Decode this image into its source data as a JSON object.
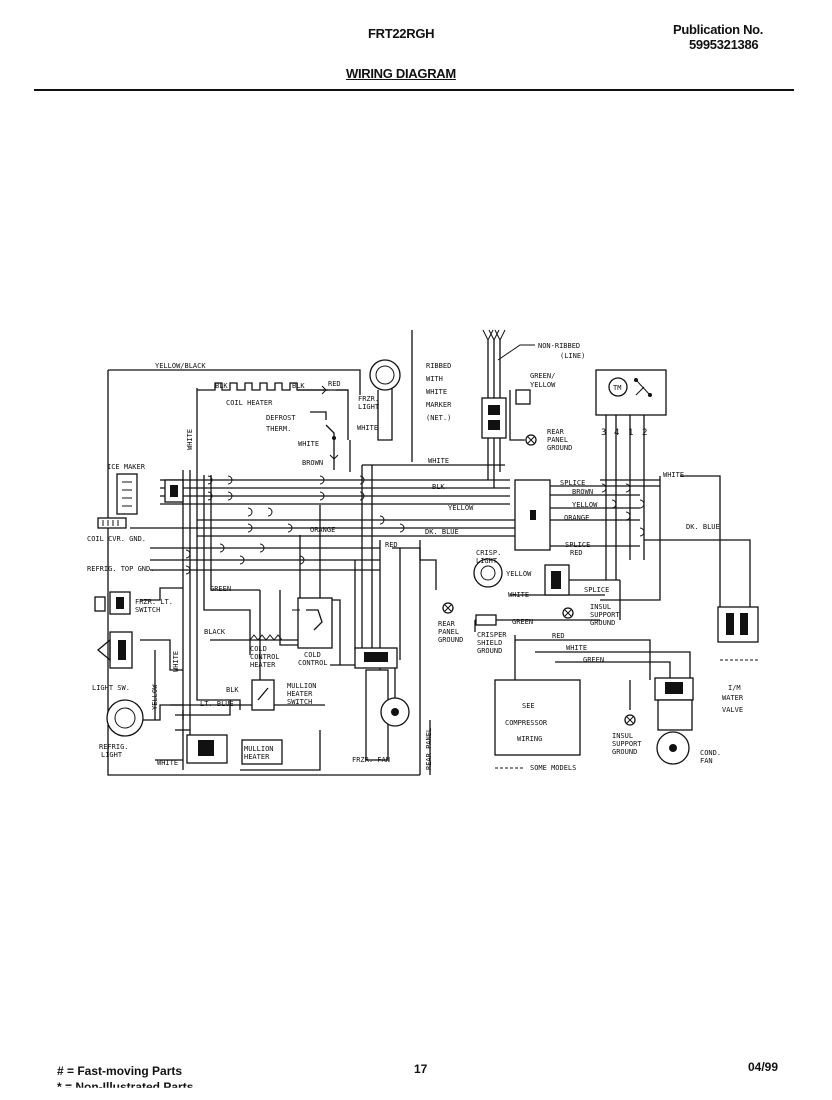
{
  "header": {
    "model": "FRT22RGH",
    "publication_label": "Publication No.",
    "publication_number": "5995321386",
    "title": "WIRING DIAGRAM"
  },
  "footer": {
    "legend_1": "# = Fast-moving Parts",
    "legend_2": "* = Non-Illustrated Parts",
    "page_number": "17",
    "date": "04/99"
  },
  "diagram": {
    "labels": {
      "yellow_black": "YELLOW/BLACK",
      "blk1": "BLK",
      "blk2": "BLK",
      "red1": "RED",
      "coil_heater": "COIL HEATER",
      "defrost": "DEFROST",
      "therm": "THERM.",
      "white_a": "WHITE",
      "brown": "BROWN",
      "white_vert": "WHITE",
      "frzr_light_1": "FRZR.",
      "frzr_light_2": "LIGHT",
      "white_b": "WHITE",
      "ribbed_1": "RIBBED",
      "ribbed_2": "WITH",
      "ribbed_3": "WHITE",
      "ribbed_4": "MARKER",
      "ribbed_5": "(NET.)",
      "non_ribbed_1": "NON-RIBBED",
      "non_ribbed_2": "(LINE)",
      "green_yellow_1": "GREEN/",
      "green_yellow_2": "YELLOW",
      "rear_panel_ground_1": "REAR",
      "rear_panel_ground_2": "PANEL",
      "rear_panel_ground_3": "GROUND",
      "tm": "TM",
      "pin3": "3",
      "pin4": "4",
      "pin1": "1",
      "pin2": "2",
      "white_c": "WHITE",
      "ice_maker": "ICE MAKER",
      "blk3": "BLK",
      "splice1": "SPLICE",
      "brown2": "BROWN",
      "yellow1": "YELLOW",
      "orange1": "ORANGE",
      "yellow2": "YELLOW",
      "orange2": "ORANGE",
      "dk_blue1": "DK. BLUE",
      "dk_blue2": "DK. BLUE",
      "splice2": "SPLICE",
      "red2": "RED",
      "coil_cvr_gnd": "COIL CVR. GND.",
      "refrig_top_gnd": "REFRIG. TOP GND.",
      "red3": "RED",
      "crisp_light_1": "CRISP.",
      "crisp_light_2": "LIGHT",
      "yellow3": "YELLOW",
      "white_d": "WHITE",
      "splice3": "SPLICE",
      "green1": "GREEN",
      "frzr_lt_switch_1": "FRZR. LT.",
      "frzr_lt_switch_2": "SWITCH",
      "rear_panel_ground_b1": "REAR",
      "rear_panel_ground_b2": "PANEL",
      "rear_panel_ground_b3": "GROUND",
      "insul_support_1": "INSUL",
      "insul_support_2": "SUPPORT",
      "insul_support_3": "GROUND",
      "green2": "GREEN",
      "crisper_shield_1": "CRISPER",
      "crisper_shield_2": "SHIELD",
      "crisper_shield_3": "GROUND",
      "black1": "BLACK",
      "cold_control_heater_1": "COLD",
      "cold_control_heater_2": "CONTROL",
      "cold_control_heater_3": "HEATER",
      "cold_control_1": "COLD",
      "cold_control_2": "CONTROL",
      "red4": "RED",
      "white_e": "WHITE",
      "green3": "GREEN",
      "white_f": "WHITE",
      "light_sw": "LIGHT SW.",
      "yellow_vert": "YELLOW",
      "blk4": "BLK",
      "mullion_switch_1": "MULLION",
      "mullion_switch_2": "HEATER",
      "mullion_switch_3": "SWITCH",
      "lt_blue": "LT. BLUE",
      "see_compressor_1": "SEE",
      "see_compressor_2": "COMPRESSOR",
      "see_compressor_3": "WIRING",
      "im_water_valve_1": "I/M",
      "im_water_valve_2": "WATER",
      "im_water_valve_3": "VALVE",
      "insul_support_b1": "INSUL",
      "insul_support_b2": "SUPPORT",
      "insul_support_b3": "GROUND",
      "refrig_light_1": "REFRIG.",
      "refrig_light_2": "LIGHT",
      "white_g": "WHITE",
      "mullion_heater_1": "MULLION",
      "mullion_heater_2": "HEATER",
      "frzr_fan": "FRZR. FAN",
      "rear_panel_vert": "REAR PANEL",
      "some_models": "SOME MODELS",
      "cond_fan_1": "COND.",
      "cond_fan_2": "FAN"
    }
  }
}
